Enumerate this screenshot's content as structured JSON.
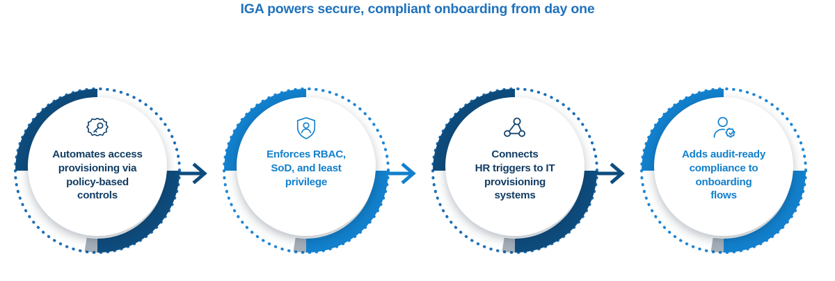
{
  "title": "IGA powers secure, compliant onboarding from day one",
  "colors": {
    "title": "#1f72bd",
    "dark_blue": "#0e4c7d",
    "light_blue": "#1280cc",
    "dark_text": "#123d63",
    "light_text": "#1280cc",
    "background": "#ffffff"
  },
  "steps": [
    {
      "index": "1",
      "icon": "gear-key-icon",
      "tone": "dark",
      "accent": "#0e4c7d",
      "lines": [
        "Automates access",
        "provisioning via",
        "policy-based",
        "controls"
      ],
      "text": "Automates access provisioning via policy-based controls"
    },
    {
      "index": "2",
      "icon": "shield-person-icon",
      "tone": "light",
      "accent": "#1280cc",
      "lines": [
        "Enforces RBAC,",
        "SoD, and least",
        "privilege"
      ],
      "text": "Enforces RBAC, SoD, and least privilege"
    },
    {
      "index": "3",
      "icon": "network-nodes-icon",
      "tone": "dark",
      "accent": "#0e4c7d",
      "lines": [
        "Connects",
        "HR triggers to IT",
        "provisioning",
        "systems"
      ],
      "text": "Connects HR triggers to IT provisioning systems"
    },
    {
      "index": "4",
      "icon": "person-verified-icon",
      "tone": "light",
      "accent": "#1280cc",
      "lines": [
        "Adds audit-ready",
        "compliance to",
        "onboarding",
        "flows"
      ],
      "text": "Adds audit-ready compliance to onboarding flows"
    }
  ],
  "arrows": [
    {
      "name": "arrow-step-1-to-2",
      "color": "#0e4c7d"
    },
    {
      "name": "arrow-step-2-to-3",
      "color": "#1280cc"
    },
    {
      "name": "arrow-step-3-to-4",
      "color": "#0e4c7d"
    }
  ]
}
